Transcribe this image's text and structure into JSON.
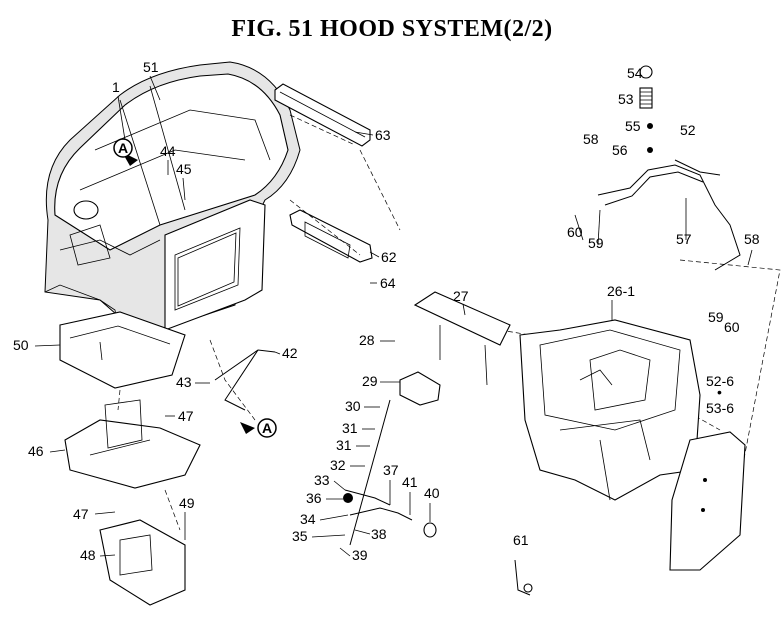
{
  "title": "FIG. 51  HOOD SYSTEM(2/2)",
  "arrow_marker": "A",
  "callouts": [
    "1",
    "51",
    "44",
    "45",
    "63",
    "62",
    "64",
    "50",
    "43",
    "42",
    "47",
    "46",
    "47",
    "49",
    "48",
    "27",
    "28",
    "29",
    "30",
    "31",
    "31",
    "32",
    "33",
    "36",
    "34",
    "35",
    "37",
    "41",
    "40",
    "38",
    "39",
    "54",
    "53",
    "55",
    "52",
    "58",
    "56",
    "60",
    "59",
    "57",
    "58",
    "26-1",
    "59",
    "60",
    "52-6",
    "•",
    "53-6",
    "61"
  ]
}
